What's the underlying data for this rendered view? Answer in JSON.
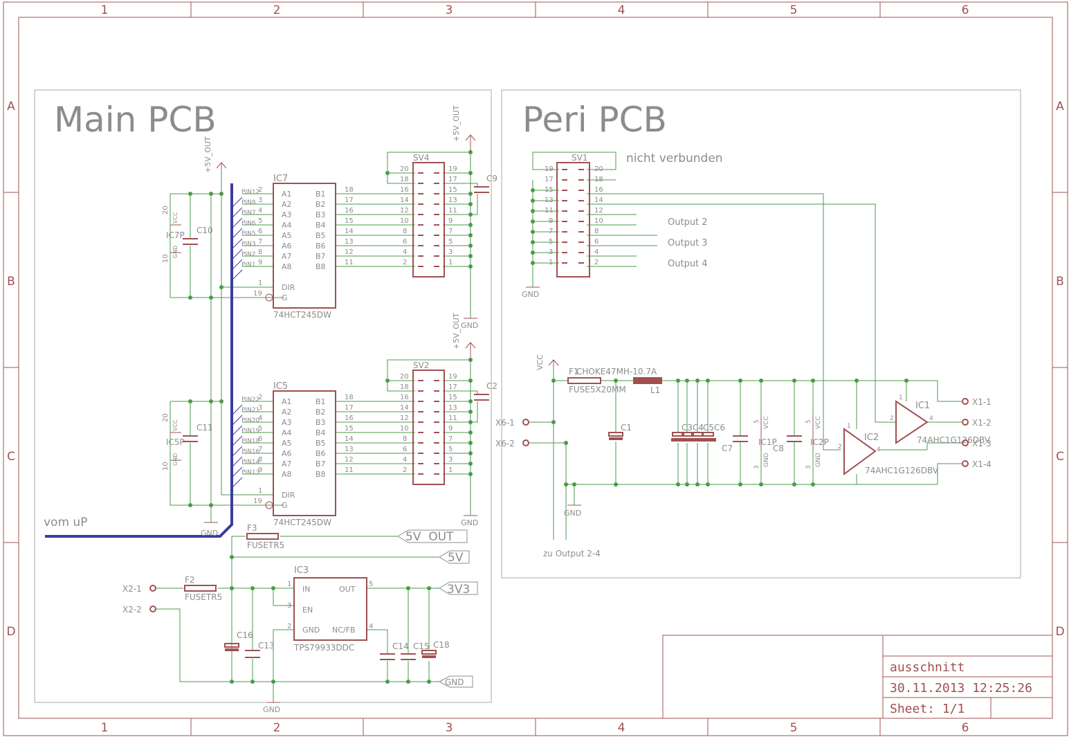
{
  "colors": {
    "frame": "#a05050",
    "wire": "#4a9a4a",
    "part": "#a05050",
    "text": "#8c8c8c",
    "bus": "#3a3aa0",
    "net": "#7a7a7a"
  },
  "frame": {
    "columns": [
      "1",
      "2",
      "3",
      "4",
      "5",
      "6"
    ],
    "rows": [
      "A",
      "B",
      "C",
      "D"
    ]
  },
  "sections": {
    "main": "Main PCB",
    "peri": "Peri PCB"
  },
  "notes": {
    "vom_up": "vom uP",
    "nicht_verbunden": "nicht verbunden",
    "zu_output": "zu Output 2-4"
  },
  "title_block": {
    "name": "ausschnitt",
    "date": "30.11.2013 12:25:26",
    "sheet": "Sheet: 1/1"
  },
  "power": {
    "v5_out": "+5V_OUT",
    "gnd": "GND",
    "vcc": "VCC"
  },
  "net_labels": {
    "v5out": "5V  OUT",
    "v5": "5V",
    "v3v3": "3V3",
    "gnd": "GND"
  },
  "ic7": {
    "name": "IC7",
    "value": "74HCT245DW",
    "left_pins": [
      "A1",
      "A2",
      "A3",
      "A4",
      "A5",
      "A6",
      "A7",
      "A8"
    ],
    "left_nums": [
      "2",
      "3",
      "4",
      "5",
      "6",
      "7",
      "8",
      "9"
    ],
    "right_pins": [
      "B1",
      "B2",
      "B3",
      "B4",
      "B5",
      "B6",
      "B7",
      "B8"
    ],
    "right_nums": [
      "18",
      "17",
      "16",
      "15",
      "14",
      "13",
      "12",
      "11"
    ],
    "dir": "DIR",
    "g": "G",
    "dir_num": "1",
    "g_num": "19",
    "pin_nets": [
      "PIN12",
      "PIN8",
      "PIN7",
      "PIN6",
      "PIN5",
      "PIN3",
      "PIN2",
      "PIN1"
    ],
    "pwr": "IC7P",
    "vcc_num": "20",
    "gnd_num": "10"
  },
  "ic5": {
    "name": "IC5",
    "value": "74HCT245DW",
    "left_pins": [
      "A1",
      "A2",
      "A3",
      "A4",
      "A5",
      "A6",
      "A7",
      "A8"
    ],
    "left_nums": [
      "2",
      "3",
      "4",
      "5",
      "6",
      "7",
      "8",
      "9"
    ],
    "right_pins": [
      "B1",
      "B2",
      "B3",
      "B4",
      "B5",
      "B6",
      "B7",
      "B8"
    ],
    "right_nums": [
      "18",
      "17",
      "16",
      "15",
      "14",
      "13",
      "12",
      "11"
    ],
    "dir": "DIR",
    "g": "G",
    "dir_num": "1",
    "g_num": "19",
    "pin_nets": [
      "PIN22",
      "PIN21",
      "PIN20",
      "PIN19",
      "PIN18",
      "PIN16",
      "PIN14",
      "PIN13"
    ],
    "pwr": "IC5P",
    "vcc_num": "20",
    "gnd_num": "10"
  },
  "sv4": {
    "name": "SV4",
    "left": [
      "20",
      "18",
      "16",
      "14",
      "12",
      "10",
      "8",
      "6",
      "4",
      "2"
    ],
    "right": [
      "19",
      "17",
      "15",
      "13",
      "11",
      "9",
      "7",
      "5",
      "3",
      "1"
    ]
  },
  "sv2": {
    "name": "SV2",
    "left": [
      "20",
      "18",
      "16",
      "14",
      "12",
      "10",
      "8",
      "6",
      "4",
      "2"
    ],
    "right": [
      "19",
      "17",
      "15",
      "13",
      "11",
      "9",
      "7",
      "5",
      "3",
      "1"
    ]
  },
  "sv1": {
    "name": "SV1",
    "left": [
      "19",
      "17",
      "15",
      "13",
      "11",
      "9",
      "7",
      "5",
      "3",
      "1"
    ],
    "right": [
      "20",
      "18",
      "16",
      "14",
      "12",
      "10",
      "8",
      "6",
      "4",
      "2"
    ]
  },
  "outputs": [
    "Output 2",
    "Output 3",
    "Output 4"
  ],
  "caps": {
    "c9": "C9",
    "c2": "C2",
    "c10": "C10",
    "c11": "C11",
    "c16": "C16",
    "c13": "C13",
    "c14": "C14",
    "c15": "C15",
    "c18": "C18",
    "c1": "C1",
    "c3": "C3",
    "c4": "C4",
    "c5": "C5",
    "c6": "C6",
    "c7": "C7",
    "c8": "C8"
  },
  "fuses": {
    "f3": "F3",
    "f3v": "FUSETR5",
    "f2": "F2",
    "f2v": "FUSETR5",
    "f1": "F1",
    "f1v": "FUSE5X20MM",
    "l1": "CHOKE47MH-10.7A",
    "l1n": "L1"
  },
  "ic3": {
    "name": "IC3",
    "value": "TPS79933DDC",
    "in": "IN",
    "out": "OUT",
    "en": "EN",
    "gnd": "GND",
    "ncfb": "NC/FB",
    "n1": "1",
    "n3": "3",
    "n2": "2",
    "n5": "5",
    "n4": "4"
  },
  "connectors": {
    "x21": "X2-1",
    "x22": "X2-2",
    "x61": "X6-1",
    "x62": "X6-2",
    "x11": "X1-1",
    "x12": "X1-2",
    "x13": "X1-3",
    "x14": "X1-4"
  },
  "buffers": {
    "ic1": "IC1",
    "ic2": "IC2",
    "value": "74AHC1G126DBV",
    "ic1p": "IC1P",
    "ic2p": "IC2P",
    "vcc": "VCC",
    "gnd": "GND",
    "n5": "5",
    "n3": "3",
    "n1": "1",
    "n2": "2",
    "n4": "4"
  }
}
